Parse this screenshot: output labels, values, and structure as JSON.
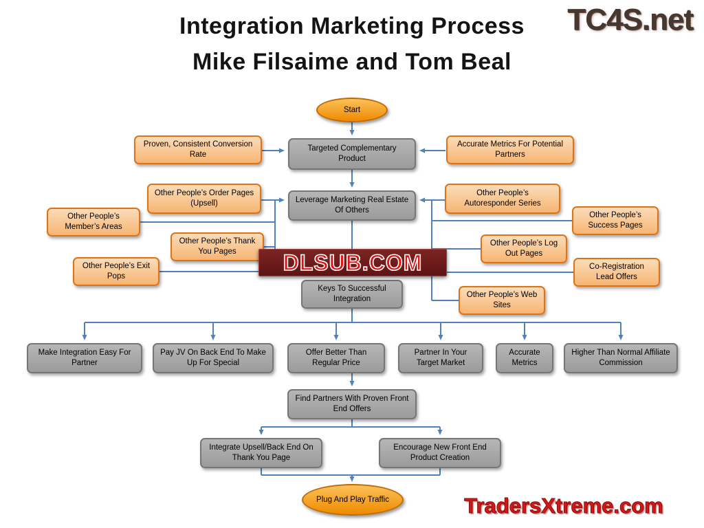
{
  "title": {
    "line1": "Integration Marketing Process",
    "line2": "Mike Filsaime and Tom Beal"
  },
  "watermarks": {
    "top_right": "TC4S.net",
    "center": "DLSUB.COM",
    "bottom_right": "TradersXtreme.com"
  },
  "colors": {
    "connector_blue": "#4F81BD",
    "gray_fill": "#A6A6A6",
    "gray_border": "#767676",
    "orange_fill": "#F9C791",
    "orange_border": "#DD7314",
    "ellipse_orange": "#F79646",
    "watermark_red": "#CC0000"
  },
  "nodes": {
    "start": "Start",
    "targeted": "Targeted Complementary Product",
    "proven": "Proven, Consistent Conversion Rate",
    "accurate_for_partners": "Accurate Metrics For Potential Partners",
    "leverage": "Leverage Marketing Real Estate Of Others",
    "order_pages": "Other People’s Order Pages (Upsell)",
    "members_areas": "Other People’s Member’s Areas",
    "thank_you_pages": "Other People’s Thank You Pages",
    "exit_pops": "Other People’s Exit Pops",
    "autoresponder": "Other People’s Autoresponder Series",
    "success_pages": "Other People’s Success Pages",
    "logout_pages": "Other People’s Log Out Pages",
    "co_registration": "Co-Registration Lead Offers",
    "web_sites": "Other People’s Web Sites",
    "keys": "Keys To Successful Integration",
    "make_integration": "Make Integration Easy For Partner",
    "pay_jv": "Pay JV On Back End To Make Up For Special",
    "offer_better": "Offer Better Than Regular Price",
    "partner_target": "Partner In Your Target Market",
    "accurate_metrics": "Accurate Metrics",
    "higher_commission": "Higher Than Normal Affiliate Commission",
    "find_partners": "Find Partners With Proven Front End Offers",
    "integrate_upsell": "Integrate Upsell/Back End On Thank You Page",
    "encourage_new": "Encourage New Front End Product Creation",
    "plug_play": "Plug And Play Traffic"
  }
}
